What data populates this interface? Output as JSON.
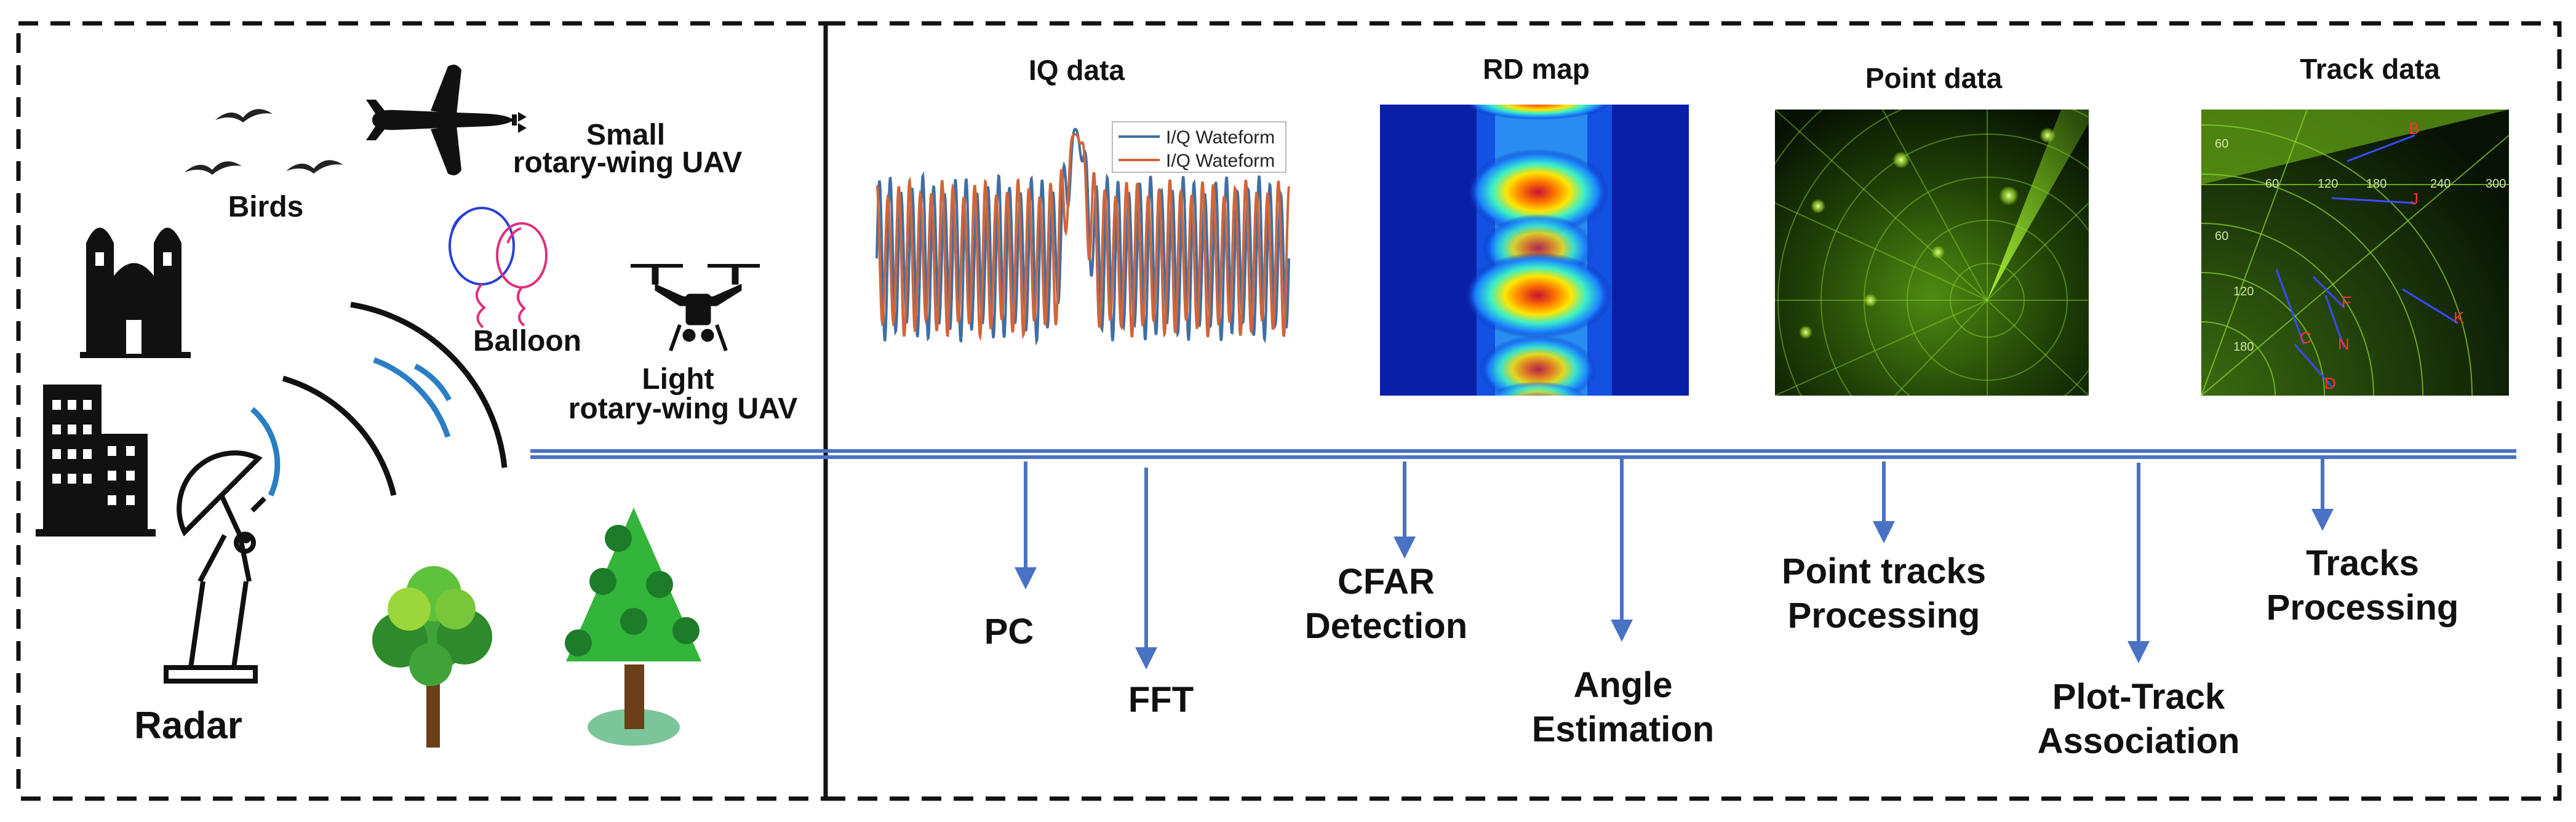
{
  "left_panel": {
    "labels": {
      "birds": "Birds",
      "small_uav_line1": "Small",
      "small_uav_line2": "rotary-wing UAV",
      "balloon": "Balloon",
      "light_uav_line1": "Light",
      "light_uav_line2": "rotary-wing UAV",
      "radar": "Radar"
    }
  },
  "right_panel": {
    "panels": [
      {
        "title": "IQ data"
      },
      {
        "title": "RD map"
      },
      {
        "title": "Point data"
      },
      {
        "title": "Track data"
      }
    ],
    "iq_legend": [
      "I/Q Wateform",
      "I/Q Wateform"
    ],
    "track_labels": [
      "B",
      "J",
      "F",
      "C",
      "N",
      "K",
      "D"
    ],
    "range_ticks": [
      "60",
      "120",
      "180",
      "240",
      "300"
    ],
    "side_ticks": [
      "60",
      "60",
      "120",
      "180"
    ],
    "steps": [
      {
        "line1": "PC",
        "line2": ""
      },
      {
        "line1": "FFT",
        "line2": ""
      },
      {
        "line1": "CFAR",
        "line2": "Detection"
      },
      {
        "line1": "Angle",
        "line2": "Estimation"
      },
      {
        "line1": "Point tracks",
        "line2": "Processing"
      },
      {
        "line1": "Plot-Track",
        "line2": "Association"
      },
      {
        "line1": "Tracks",
        "line2": "Processing"
      }
    ]
  },
  "colors": {
    "pipeline_blue": "#4a72c4",
    "wave_blue": "#3f6fa3",
    "wave_orange": "#d0653a",
    "radar_green": "#8ddc2b",
    "tree_green": "#2ea82e"
  }
}
